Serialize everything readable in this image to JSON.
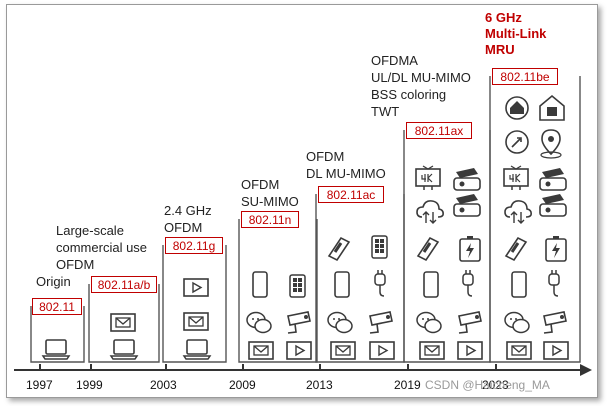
{
  "generations": [
    {
      "year": "1997",
      "standard": "802.11",
      "features": [
        "Origin"
      ]
    },
    {
      "year": "1999",
      "standard": "802.11a/b",
      "features": [
        "Large-scale",
        "commercial use",
        "OFDM"
      ]
    },
    {
      "year": "2003",
      "standard": "802.11g",
      "features": [
        "2.4 GHz",
        "OFDM"
      ]
    },
    {
      "year": "2009",
      "standard": "802.11n",
      "features": [
        "OFDM",
        "SU-MIMO"
      ]
    },
    {
      "year": "2013",
      "standard": "802.11ac",
      "features": [
        "OFDM",
        "DL MU-MIMO"
      ]
    },
    {
      "year": "2019",
      "standard": "802.11ax",
      "features": [
        "OFDMA",
        "UL/DL MU-MIMO",
        "BSS coloring",
        "TWT"
      ]
    },
    {
      "year": "2023",
      "standard": "802.11be",
      "features": [
        "6 GHz",
        "Multi-Link",
        "MRU"
      ]
    }
  ],
  "icons": {
    "laptop": "laptop-icon",
    "mail": "mail-icon",
    "video": "video-icon",
    "phone": "phone-icon",
    "chat": "chat-icon",
    "camera": "security-camera-icon",
    "grid": "app-grid-icon",
    "pos": "pos-terminal-icon",
    "plug": "plug-icon",
    "tv4k": "4k-tv-icon",
    "vr": "vr-headset-icon",
    "cloud": "cloud-sync-icon",
    "battery": "battery-icon",
    "doorbell": "doorbell-icon",
    "home": "smart-home-icon",
    "compass": "compass-icon",
    "location": "location-pin-icon"
  },
  "watermark": "CSDN @Haicheng_MA",
  "colors": {
    "accent": "#c00000",
    "icon": "#3a3a3a",
    "axis": "#333333"
  }
}
